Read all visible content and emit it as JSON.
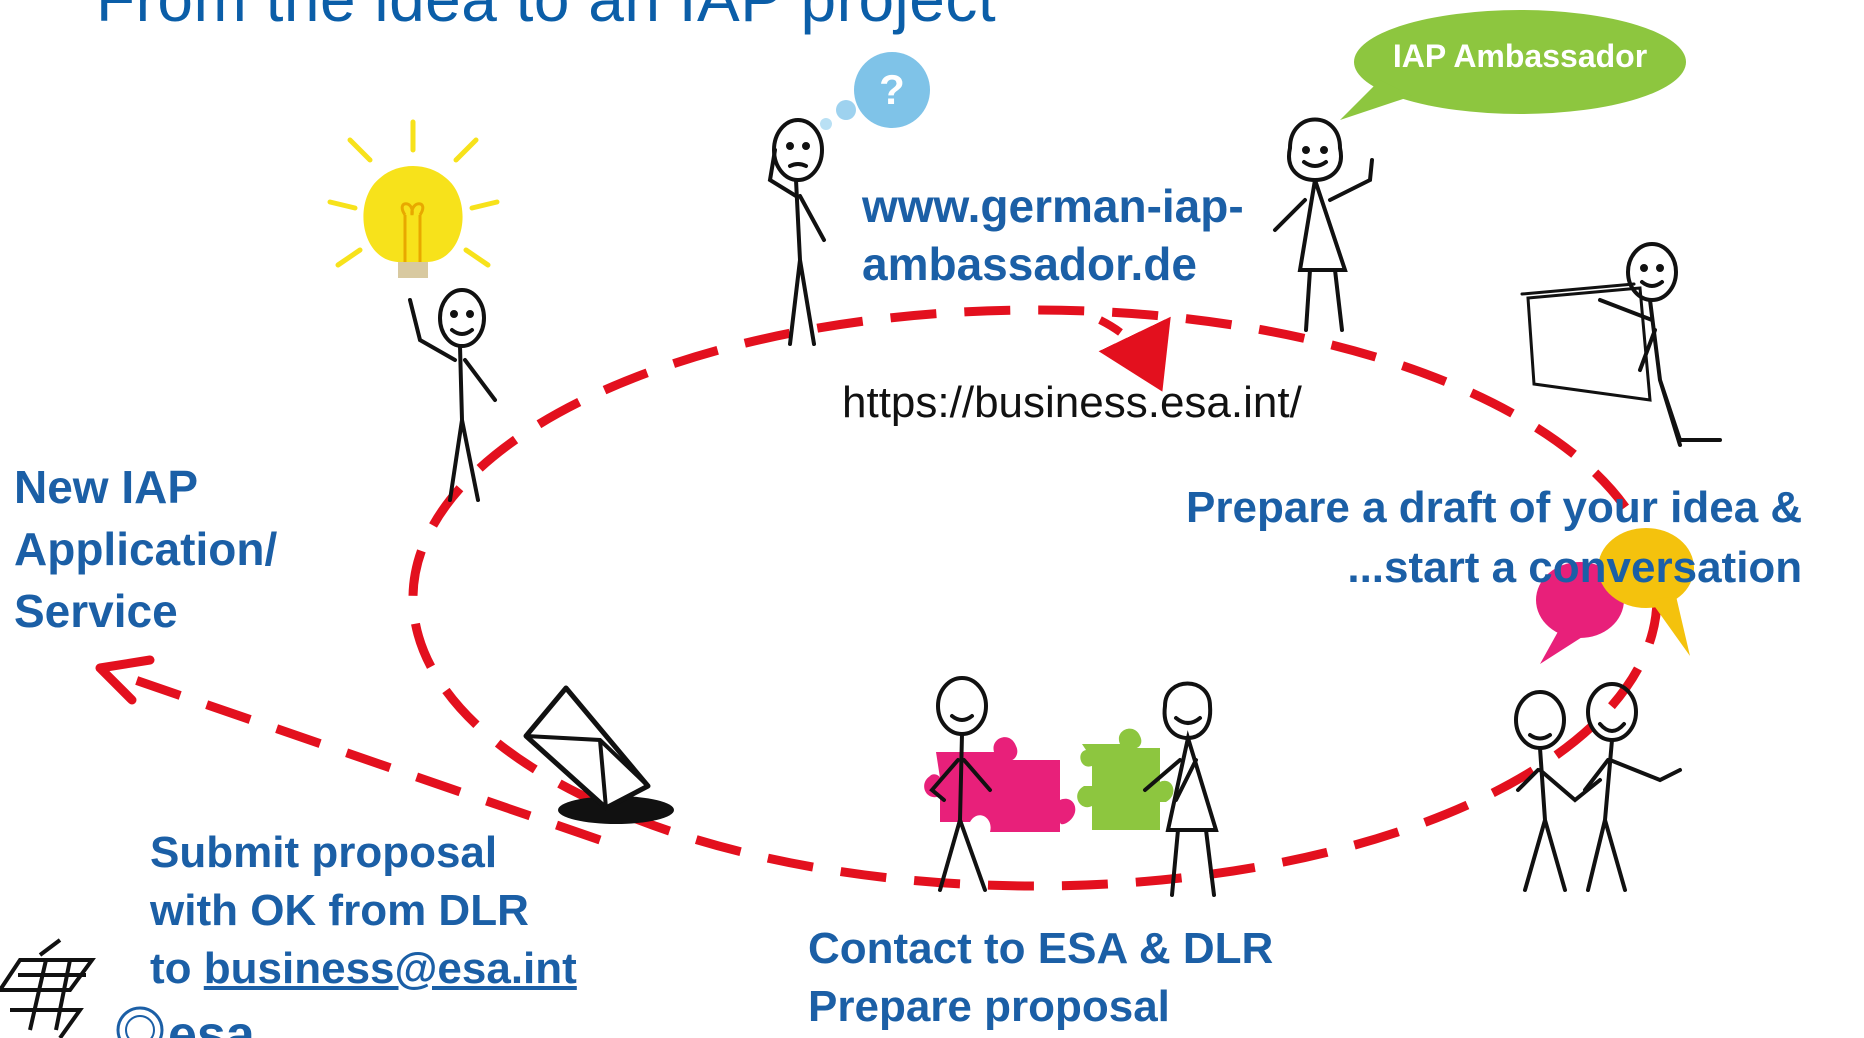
{
  "slide": {
    "title": "From the idea to an IAP project",
    "bubble_label": "IAP Ambassador",
    "site_line1": "www.german-iap-",
    "site_line2": "ambassador.de",
    "esa_url": "https://business.esa.int/",
    "new_app_lines": [
      "New IAP",
      "Application/",
      "Service"
    ],
    "draft_lines": [
      "Prepare a draft of your idea &",
      "...start a conversation"
    ],
    "submit_lines": [
      "Submit proposal",
      "with OK from DLR",
      "to "
    ],
    "submit_email": "business@esa.int",
    "contact_lines": [
      "Contact to ESA & DLR",
      "Prepare proposal"
    ],
    "logo_text": "esa",
    "colors": {
      "title": "#0b5ea8",
      "text_blue": "#1b5fa6",
      "dashed_path": "#e3101e",
      "bubble": "#8dc63f",
      "bulb": "#f7e21b",
      "puzzle_pink": "#e8207a",
      "puzzle_green": "#8dc63f",
      "speech_pink": "#e8207a",
      "speech_yellow": "#f4c20d",
      "question": "#7fc3e8"
    },
    "icons": [
      "lightbulb-icon",
      "question-bubble-icon",
      "speech-bubbles-icon",
      "envelope-icon",
      "puzzle-pink-icon",
      "puzzle-green-icon",
      "dlr-logo-icon",
      "esa-logo-icon"
    ]
  }
}
